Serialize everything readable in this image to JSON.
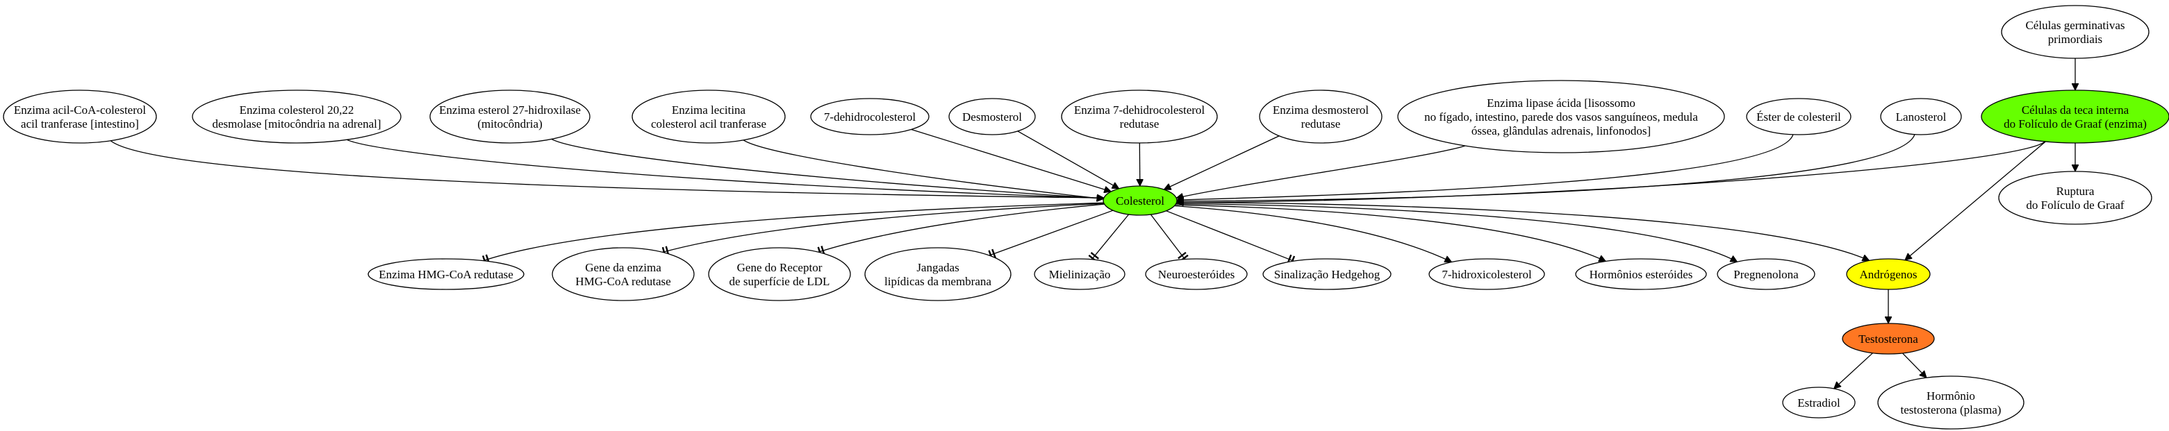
{
  "colors": {
    "default_fill": "#ffffff",
    "colesterol_fill": "#66ff00",
    "teca_fill": "#66ff00",
    "androgenos_fill": "#ffff00",
    "testosterona_fill": "#ff7722",
    "stroke": "#000000"
  },
  "nodes": {
    "acil_coa": {
      "lines": [
        "Enzima acil-CoA-colesterol",
        "acil tranferase [intestino]"
      ]
    },
    "colesterol_2022": {
      "lines": [
        "Enzima colesterol 20,22",
        "desmolase [mitocôndria na adrenal]"
      ]
    },
    "esterol27": {
      "lines": [
        "Enzima esterol 27-hidroxilase",
        "(mitocôndria)"
      ]
    },
    "lecitina": {
      "lines": [
        "Enzima lecitina",
        "colesterol acil tranferase"
      ]
    },
    "dehidro7": {
      "lines": [
        "7-dehidrocolesterol"
      ]
    },
    "desmosterol": {
      "lines": [
        "Desmosterol"
      ]
    },
    "enz7dehidro": {
      "lines": [
        "Enzima 7-dehidrocolesterol",
        "redutase"
      ]
    },
    "desmo_red": {
      "lines": [
        "Enzima desmosterol",
        "redutase"
      ]
    },
    "lipase": {
      "lines": [
        "Enzima lipase ácida [lisossomo",
        "no fígado, intestino, parede dos vasos sanguíneos, medula",
        "óssea, glândulas adrenais, linfonodos]"
      ]
    },
    "ester": {
      "lines": [
        "Éster de colesteril"
      ]
    },
    "lanosterol": {
      "lines": [
        "Lanosterol"
      ]
    },
    "germinativas": {
      "lines": [
        "Células germinativas",
        "primordiais"
      ]
    },
    "teca": {
      "lines": [
        "Células da teca interna",
        "do Folículo de Graaf (enzima)"
      ]
    },
    "ruptura": {
      "lines": [
        "Ruptura",
        "do Folículo de Graaf"
      ]
    },
    "colesterol": {
      "lines": [
        "Colesterol"
      ]
    },
    "hmg_enz": {
      "lines": [
        "Enzima HMG-CoA redutase"
      ]
    },
    "hmg_gene": {
      "lines": [
        "Gene da enzima",
        "HMG-CoA redutase"
      ]
    },
    "ldl_gene": {
      "lines": [
        "Gene do Receptor",
        "de superfície de LDL"
      ]
    },
    "jangadas": {
      "lines": [
        "Jangadas",
        "lipídicas da membrana"
      ]
    },
    "mielinizacao": {
      "lines": [
        "Mielinização"
      ]
    },
    "neuro": {
      "lines": [
        "Neuroesteróides"
      ]
    },
    "hedgehog": {
      "lines": [
        "Sinalização Hedgehog"
      ]
    },
    "hidroxi7": {
      "lines": [
        "7-hidroxicolesterol"
      ]
    },
    "hormonios": {
      "lines": [
        "Hormônios esteróides"
      ]
    },
    "pregnenolona": {
      "lines": [
        "Pregnenolona"
      ]
    },
    "androgenos": {
      "lines": [
        "Andrógenos"
      ]
    },
    "testosterona": {
      "lines": [
        "Testosterona"
      ]
    },
    "estradiol": {
      "lines": [
        "Estradiol"
      ]
    },
    "horm_testo": {
      "lines": [
        "Hormônio",
        "testosterona (plasma)"
      ]
    }
  },
  "edges": [
    {
      "from": "acil_coa",
      "to": "colesterol",
      "type": "arrow"
    },
    {
      "from": "colesterol_2022",
      "to": "colesterol",
      "type": "arrow"
    },
    {
      "from": "esterol27",
      "to": "colesterol",
      "type": "arrow"
    },
    {
      "from": "lecitina",
      "to": "colesterol",
      "type": "arrow"
    },
    {
      "from": "dehidro7",
      "to": "colesterol",
      "type": "arrow"
    },
    {
      "from": "desmosterol",
      "to": "colesterol",
      "type": "arrow"
    },
    {
      "from": "enz7dehidro",
      "to": "colesterol",
      "type": "arrow"
    },
    {
      "from": "desmo_red",
      "to": "colesterol",
      "type": "arrow"
    },
    {
      "from": "lipase",
      "to": "colesterol",
      "type": "arrow"
    },
    {
      "from": "ester",
      "to": "colesterol",
      "type": "arrow"
    },
    {
      "from": "lanosterol",
      "to": "colesterol",
      "type": "arrow"
    },
    {
      "from": "teca",
      "to": "colesterol",
      "type": "arrow"
    },
    {
      "from": "germinativas",
      "to": "teca",
      "type": "arrow"
    },
    {
      "from": "teca",
      "to": "ruptura",
      "type": "arrow"
    },
    {
      "from": "teca",
      "to": "androgenos",
      "type": "arrow"
    },
    {
      "from": "colesterol",
      "to": "hmg_enz",
      "type": "tee"
    },
    {
      "from": "colesterol",
      "to": "hmg_gene",
      "type": "tee"
    },
    {
      "from": "colesterol",
      "to": "ldl_gene",
      "type": "tee"
    },
    {
      "from": "colesterol",
      "to": "jangadas",
      "type": "tee"
    },
    {
      "from": "colesterol",
      "to": "mielinizacao",
      "type": "tee"
    },
    {
      "from": "colesterol",
      "to": "neuro",
      "type": "tee"
    },
    {
      "from": "colesterol",
      "to": "hedgehog",
      "type": "tee"
    },
    {
      "from": "colesterol",
      "to": "hidroxi7",
      "type": "arrow"
    },
    {
      "from": "colesterol",
      "to": "hormonios",
      "type": "arrow"
    },
    {
      "from": "colesterol",
      "to": "pregnenolona",
      "type": "arrow"
    },
    {
      "from": "colesterol",
      "to": "androgenos",
      "type": "arrow"
    },
    {
      "from": "androgenos",
      "to": "testosterona",
      "type": "arrow"
    },
    {
      "from": "testosterona",
      "to": "estradiol",
      "type": "arrow"
    },
    {
      "from": "testosterona",
      "to": "horm_testo",
      "type": "arrow"
    }
  ]
}
